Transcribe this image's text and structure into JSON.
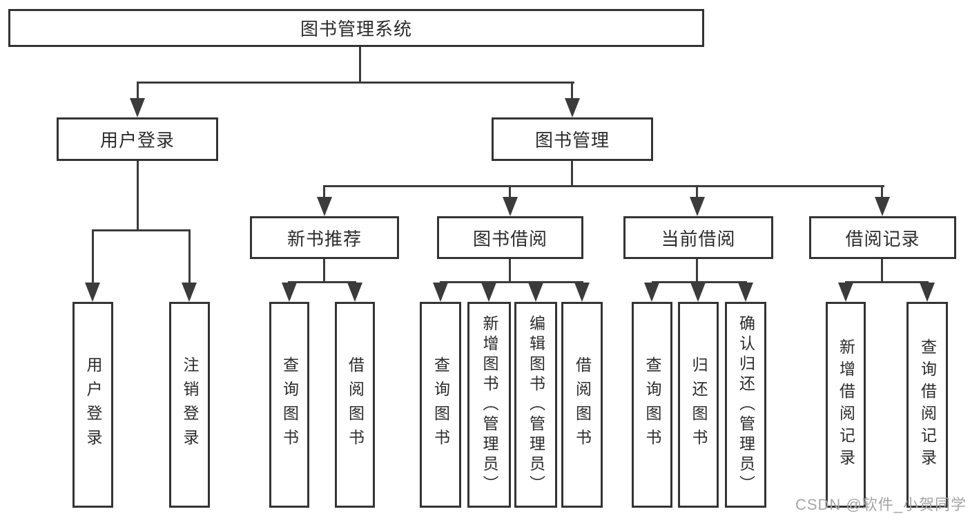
{
  "diagram": {
    "title": "图书管理系统",
    "level2": [
      {
        "label": "用户登录",
        "children": [
          "用户登录",
          "注销登录"
        ]
      },
      {
        "label": "图书管理",
        "children": [
          {
            "label": "新书推荐",
            "children": [
              "查询图书",
              "借阅图书"
            ]
          },
          {
            "label": "图书借阅",
            "children": [
              "查询图书",
              "新增图书（管理员）",
              "编辑图书（管理员）",
              "借阅图书"
            ]
          },
          {
            "label": "当前借阅",
            "children": [
              "查询图书",
              "归还图书",
              "确认归还（管理员）"
            ]
          },
          {
            "label": "借阅记录",
            "children": [
              "新增借阅记录",
              "查询借阅记录"
            ]
          }
        ]
      }
    ],
    "colors": {
      "line": "#3b3b3b",
      "box_border": "#333333",
      "text": "#2b2b2b",
      "background": "#ffffff",
      "watermark": "#a5a5a5"
    }
  },
  "watermark": {
    "text": "CSDN @软件_小贺同学"
  }
}
